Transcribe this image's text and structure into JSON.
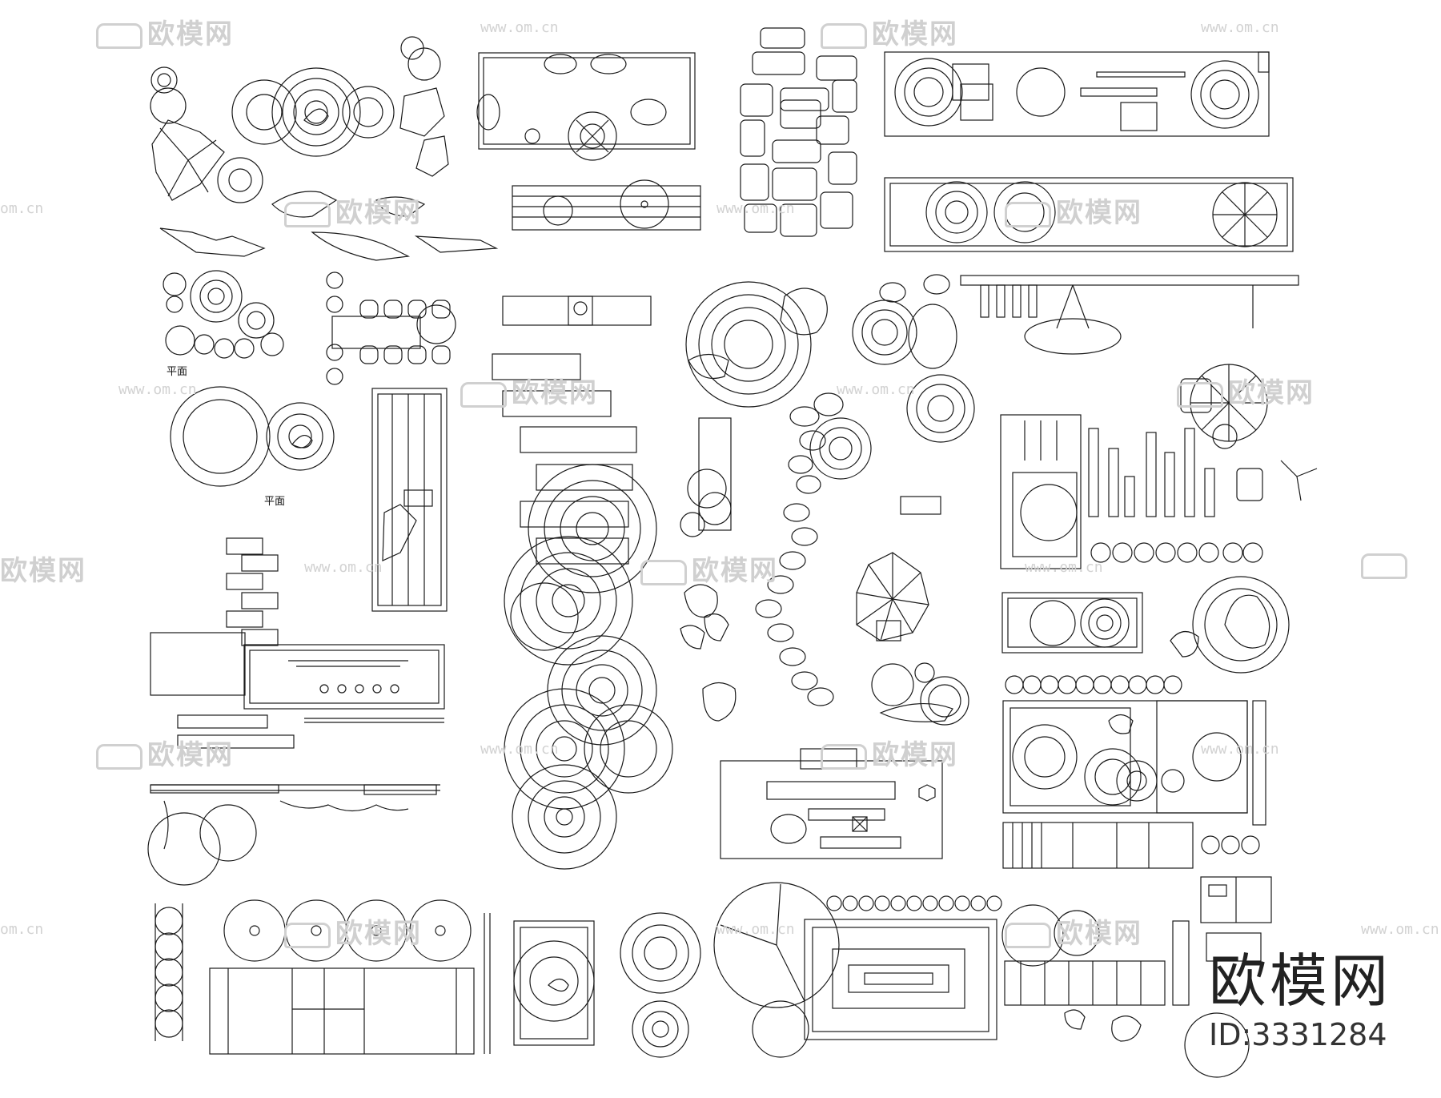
{
  "watermark": {
    "brand_text": "欧模网",
    "url_text": "www.om.cn",
    "url_fragment": "om.cn"
  },
  "labels": {
    "plan_label_a": "平面",
    "plan_label_b": "平面"
  },
  "brand": {
    "name": "欧模网",
    "id": "ID:3331284"
  },
  "colors": {
    "line": "#1a1a1a",
    "watermark": "#d0d0d0",
    "background": "#ffffff"
  }
}
